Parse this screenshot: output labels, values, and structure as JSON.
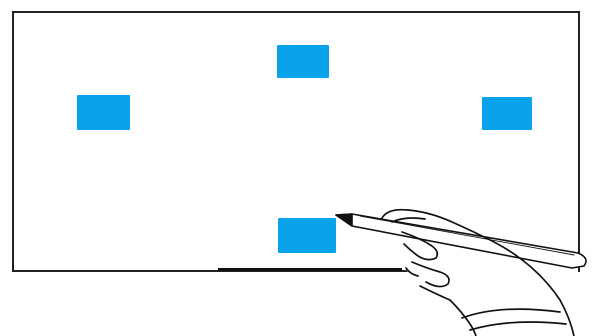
{
  "colors": {
    "target": "#0aa2ea",
    "line": "#222222",
    "background": "#ffffff"
  },
  "icons": {
    "hand": "hand-holding-pen-icon",
    "pen": "stylus-pen-icon"
  },
  "targets": [
    {
      "id": "top"
    },
    {
      "id": "left"
    },
    {
      "id": "right"
    },
    {
      "id": "bottom"
    }
  ]
}
